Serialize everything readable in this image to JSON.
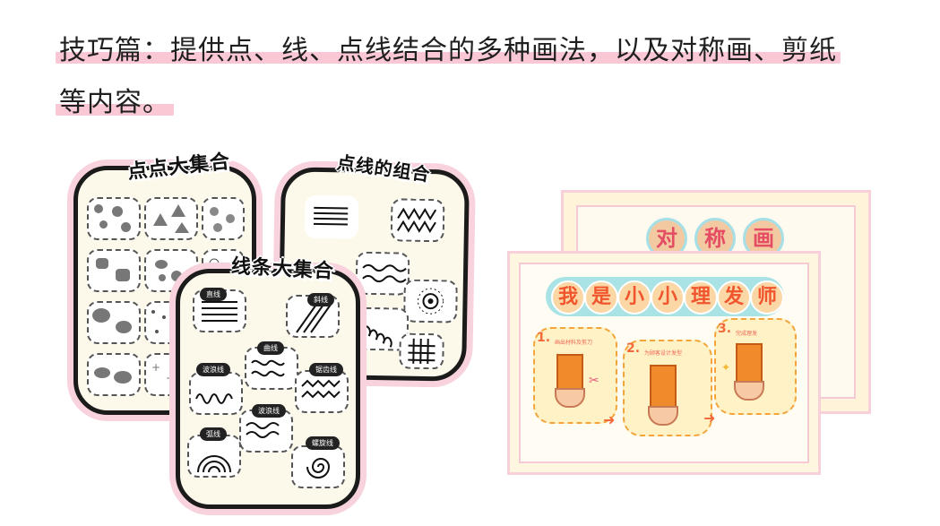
{
  "caption": {
    "line1": "技巧篇：提供点、线、点线结合的多种画法，以及对称画、剪纸",
    "line2": "等内容。"
  },
  "cards": {
    "dots": {
      "title": "点点大集合"
    },
    "combo": {
      "title": "点线的组合"
    },
    "lines": {
      "title": "线条大集合",
      "tags": [
        "直线",
        "斜线",
        "曲线",
        "波浪线",
        "锯齿线",
        "波浪线",
        "弧线",
        "螺旋线"
      ]
    }
  },
  "boards": {
    "back": {
      "title_chars": [
        "对",
        "称",
        "画"
      ]
    },
    "front": {
      "title_chars": [
        "我",
        "是",
        "小",
        "小",
        "理",
        "发",
        "师"
      ],
      "steps": [
        {
          "num": "1.",
          "text": "画出材料及剪刀"
        },
        {
          "num": "2.",
          "text": "为顾客设计发型"
        },
        {
          "num": "3.",
          "text": "完成理发"
        }
      ]
    }
  },
  "colors": {
    "highlight": "#f9c8d4",
    "card_border": "#1b1b1b",
    "card_bg": "#fcf8ea",
    "pink_glow": "#f8d2dc",
    "banner": "#a9e3e5",
    "accent_orange": "#f08b2c"
  }
}
